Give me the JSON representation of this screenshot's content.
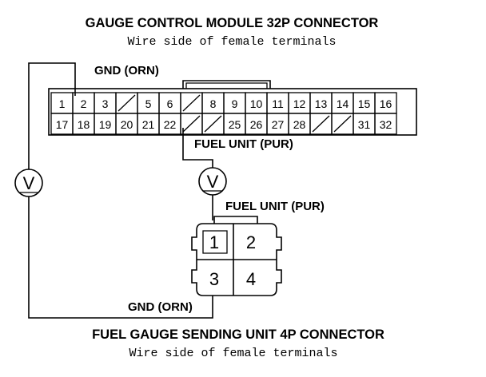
{
  "top_connector": {
    "title": "GAUGE CONTROL MODULE 32P CONNECTOR",
    "subtitle": "Wire side of female terminals",
    "gnd_label": "GND (ORN)",
    "fuel_label": "FUEL UNIT (PUR)",
    "row1": [
      "1",
      "2",
      "3",
      "",
      "5",
      "6",
      "",
      "8",
      "9",
      "10",
      "11",
      "12",
      "13",
      "14",
      "15",
      "16"
    ],
    "row2": [
      "17",
      "18",
      "19",
      "20",
      "21",
      "22",
      "",
      "",
      "25",
      "26",
      "27",
      "28",
      "",
      "",
      "31",
      "32"
    ]
  },
  "meters": {
    "left_symbol": "V",
    "right_symbol": "V"
  },
  "bottom_connector": {
    "fuel_label": "FUEL UNIT (PUR)",
    "gnd_label": "GND (ORN)",
    "pins": [
      "1",
      "2",
      "3",
      "4"
    ],
    "title": "FUEL GAUGE SENDING UNIT 4P CONNECTOR",
    "subtitle": "Wire side of female terminals"
  }
}
